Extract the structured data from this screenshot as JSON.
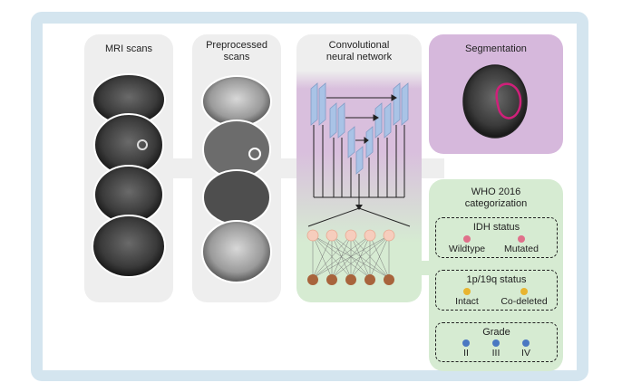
{
  "panels": {
    "mri": {
      "title": "MRI scans"
    },
    "preprocessed": {
      "title": "Preprocessed scans"
    },
    "cnn": {
      "title": "Convolutional neural network"
    },
    "segmentation": {
      "title": "Segmentation"
    },
    "who": {
      "title": "WHO 2016 categorization"
    }
  },
  "who_boxes": {
    "idh": {
      "title": "IDH status",
      "left": "Wildtype",
      "right": "Mutated"
    },
    "codel": {
      "title": "1p/19q status",
      "left": "Intact",
      "right": "Co-deleted"
    },
    "grade": {
      "title": "Grade",
      "a": "II",
      "b": "III",
      "c": "IV"
    }
  },
  "colors": {
    "frame": "#d4e5ef",
    "panel_gray": "#eeeeee",
    "cnn_purple": "#d9bfdd",
    "segmentation_bg": "#d6b8dc",
    "who_green": "#d6ebd2",
    "idh_dot": "#e0708a",
    "codel_dot": "#e8b430",
    "grade_dot": "#4a78c2",
    "node_light": "#f6cdbd",
    "node_dark": "#a8643c",
    "conv_block": "#a9c3e6",
    "tumor_outline": "#d0207a"
  }
}
